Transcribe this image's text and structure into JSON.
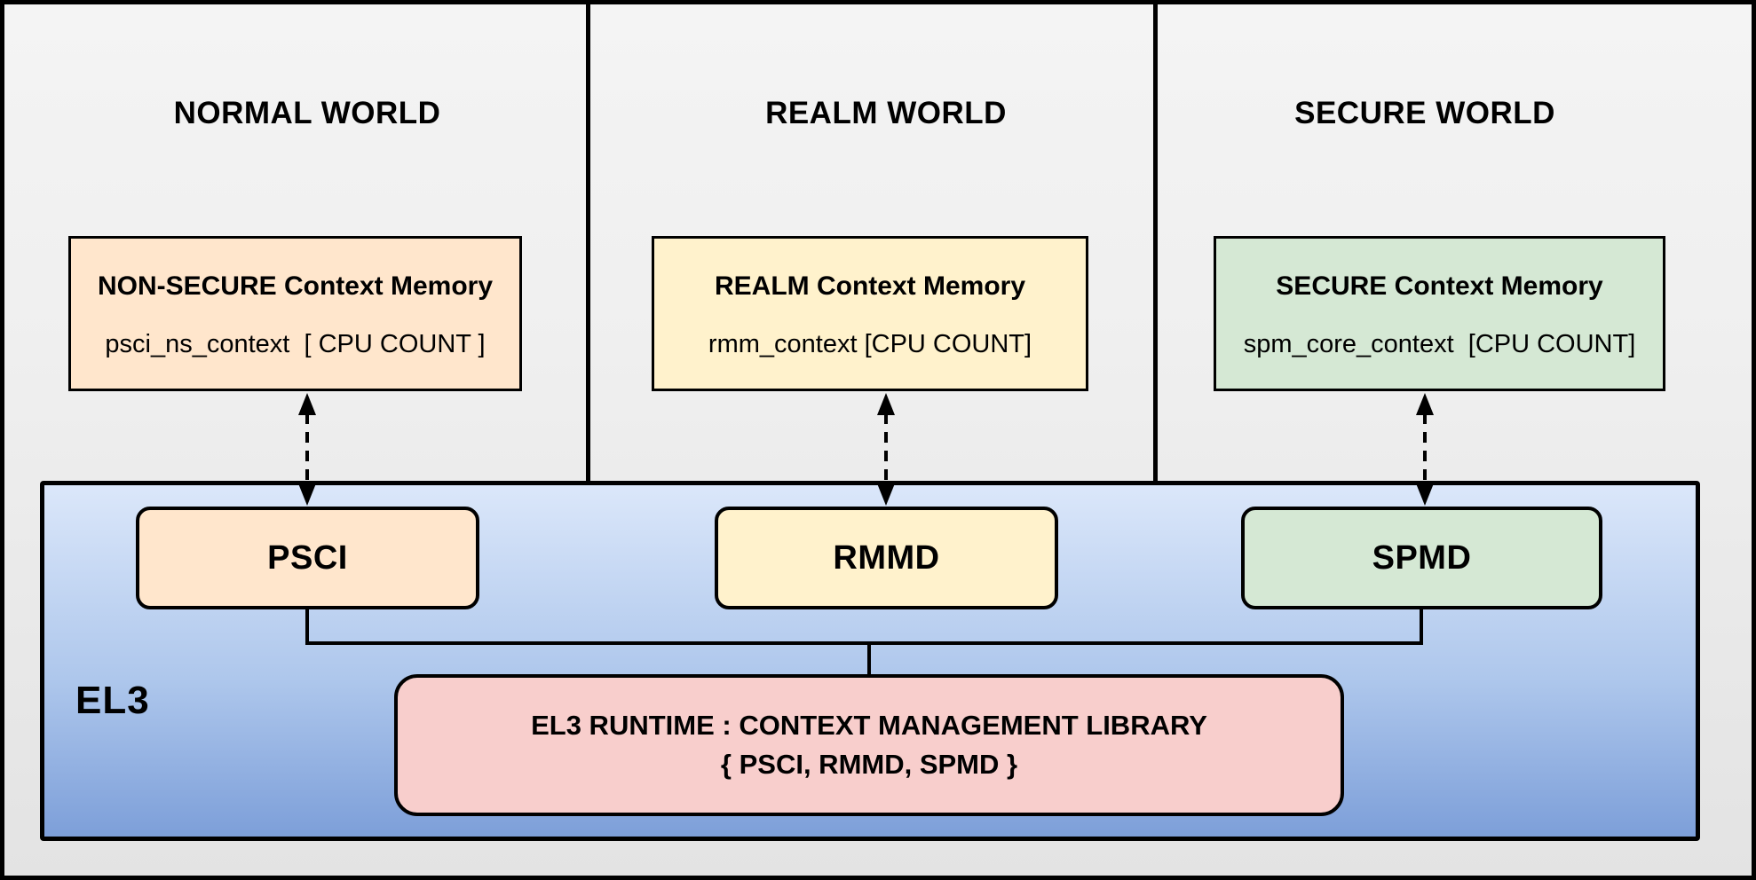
{
  "diagram": {
    "title_hint": "EL3 context management architecture",
    "worlds": [
      {
        "title": "NORMAL WORLD",
        "memory_box": {
          "title": "NON-SECURE Context Memory",
          "value": "psci_ns_context  [ CPU COUNT ]"
        },
        "dispatcher": "PSCI"
      },
      {
        "title": "REALM WORLD",
        "memory_box": {
          "title": "REALM Context Memory",
          "value": "rmm_context [CPU COUNT]"
        },
        "dispatcher": "RMMD"
      },
      {
        "title": "SECURE WORLD",
        "memory_box": {
          "title": "SECURE Context Memory",
          "value": "spm_core_context  [CPU COUNT]"
        },
        "dispatcher": "SPMD"
      }
    ],
    "el3": {
      "label": "EL3",
      "runtime_box": {
        "line1": "EL3 RUNTIME : CONTEXT MANAGEMENT LIBRARY",
        "line2": "{ PSCI, RMMD, SPMD }"
      }
    },
    "icons": [
      "double-headed-dashed-arrow-normal",
      "double-headed-dashed-arrow-realm",
      "double-headed-dashed-arrow-secure",
      "connector-bus-tree"
    ],
    "colors": {
      "normal_fill": "#FFE6CC",
      "realm_fill": "#FFF2CC",
      "secure_fill": "#D5E8D4",
      "runtime_fill": "#F8CECC",
      "el3_gradient_top": "#DBE7FA",
      "el3_gradient_bottom": "#7D9FD9",
      "panel_background": "#EFEFEF",
      "line_color": "#000000"
    }
  }
}
